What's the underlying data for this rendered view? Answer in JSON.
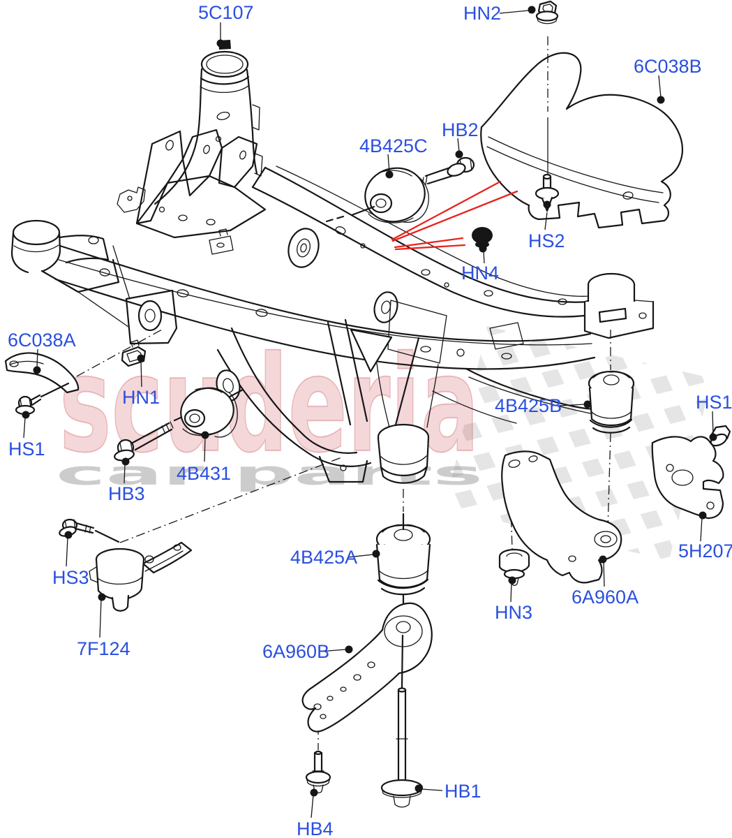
{
  "diagram": {
    "type": "exploded-parts-diagram",
    "subject": "rear subframe / crossmember assembly",
    "background": "#ffffff",
    "colors": {
      "line_art": "#161616",
      "label_blue": "#2a4fdf",
      "highlight_red": "#e8231b",
      "watermark_red": "#c0242c",
      "watermark_gray": "#8f8f8f",
      "checker_gray": "#d3d3d3"
    },
    "watermark": {
      "brand": "scuderia",
      "tagline": "car parts"
    },
    "labels": {
      "l5c107": "5C107",
      "hn2": "HN2",
      "c6c038b": "6C038B",
      "hb2": "HB2",
      "b4b425c": "4B425C",
      "hn4": "HN4",
      "hs2": "HS2",
      "c6c038a": "6C038A",
      "hn1": "HN1",
      "hs1_left": "HS1",
      "hb3": "HB3",
      "b4b431": "4B431",
      "b4b425b": "4B425B",
      "hs1_right": "HS1",
      "h5h207": "5H207",
      "a6a960a": "6A960A",
      "hn3": "HN3",
      "b4b425a": "4B425A",
      "a6a960b": "6A960B",
      "hb1": "HB1",
      "hb4": "HB4",
      "hs3": "HS3",
      "d7f124": "7F124"
    }
  }
}
